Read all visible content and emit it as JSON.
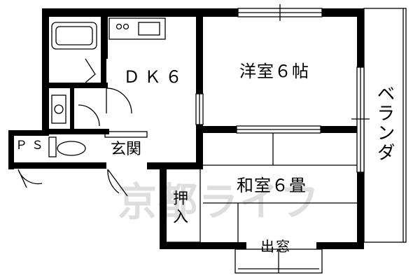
{
  "rooms": {
    "dk": "ＤＫ６",
    "yoshitsu": "洋室６帖",
    "washitsu": "和室６畳",
    "genkan": "玄関",
    "oshiire": "押入",
    "demado": "出窓",
    "ps": "ＰＳ",
    "veranda": "ベランダ"
  },
  "watermark": "京都ライフ"
}
